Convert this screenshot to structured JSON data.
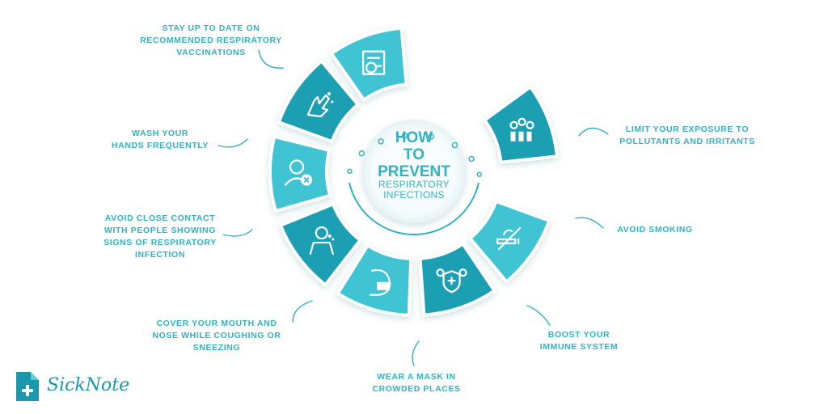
{
  "center": {
    "title": "HOW\nTO\nPREVENT",
    "subtitle": "RESPIRATORY\nINFECTIONS"
  },
  "tips": [
    {
      "id": "vaccinations",
      "label": "STAY UP TO DATE ON\nRECOMMENDED RESPIRATORY\nVACCINATIONS",
      "icon": "vaccination-schedule-icon"
    },
    {
      "id": "wash-hands",
      "label": "WASH YOUR\nHANDS FREQUENTLY",
      "icon": "hand-washing-icon"
    },
    {
      "id": "close-contact",
      "label": "AVOID CLOSE CONTACT\nWITH PEOPLE SHOWING\nSIGNS OF RESPIRATORY\nINFECTION",
      "icon": "sick-person-avoid-icon"
    },
    {
      "id": "cover-mouth",
      "label": "COVER YOUR MOUTH AND\nNOSE WHILE COUGHING OR\nSNEEZING",
      "icon": "coughing-person-icon"
    },
    {
      "id": "mask",
      "label": "WEAR A MASK IN\nCROWDED PLACES",
      "icon": "face-mask-icon"
    },
    {
      "id": "immune",
      "label": "BOOST YOUR\nIMMUNE SYSTEM",
      "icon": "immune-shield-icon"
    },
    {
      "id": "smoking",
      "label": "AVOID SMOKING",
      "icon": "no-smoking-icon"
    },
    {
      "id": "pollutants",
      "label": "LIMIT YOUR EXPOSURE TO\nPOLLUTANTS AND IRRITANTS",
      "icon": "factory-pollution-icon"
    }
  ],
  "logo": {
    "text": "SickNote",
    "icon": "document-plus-icon"
  },
  "colors": {
    "accent": "#2fb3c4",
    "tile_dark": "#1e9fb3",
    "tile_light": "#3fc3d2",
    "text": "#2fb3c4"
  }
}
